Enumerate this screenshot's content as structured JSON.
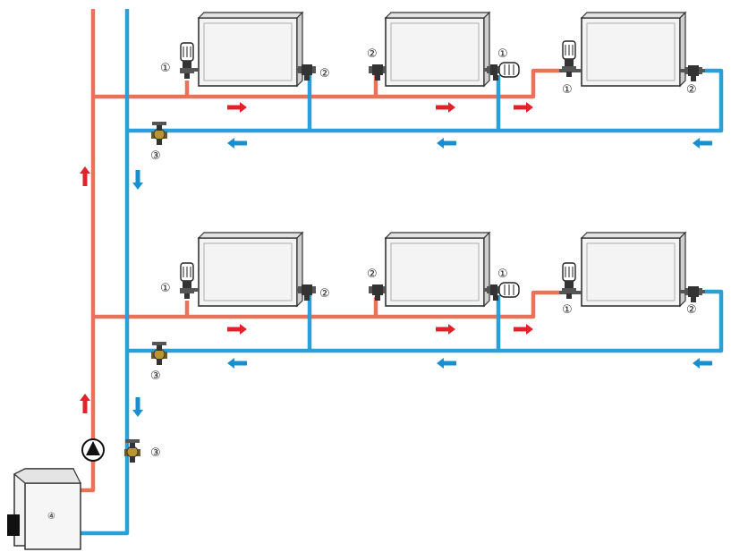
{
  "labels": {
    "thermostatic_valve": "①",
    "return_valve": "②",
    "balancing_valve": "③",
    "boiler": "④"
  },
  "colors": {
    "supply": "#e8735a",
    "return": "#2a9fd8",
    "arrow_supply": "#e3232c",
    "arrow_return": "#1a8fd0"
  },
  "icons": [
    "radiator",
    "thermostatic-valve",
    "lockshield-valve",
    "balancing-valve",
    "circulation-pump",
    "boiler",
    "flow-arrow"
  ]
}
